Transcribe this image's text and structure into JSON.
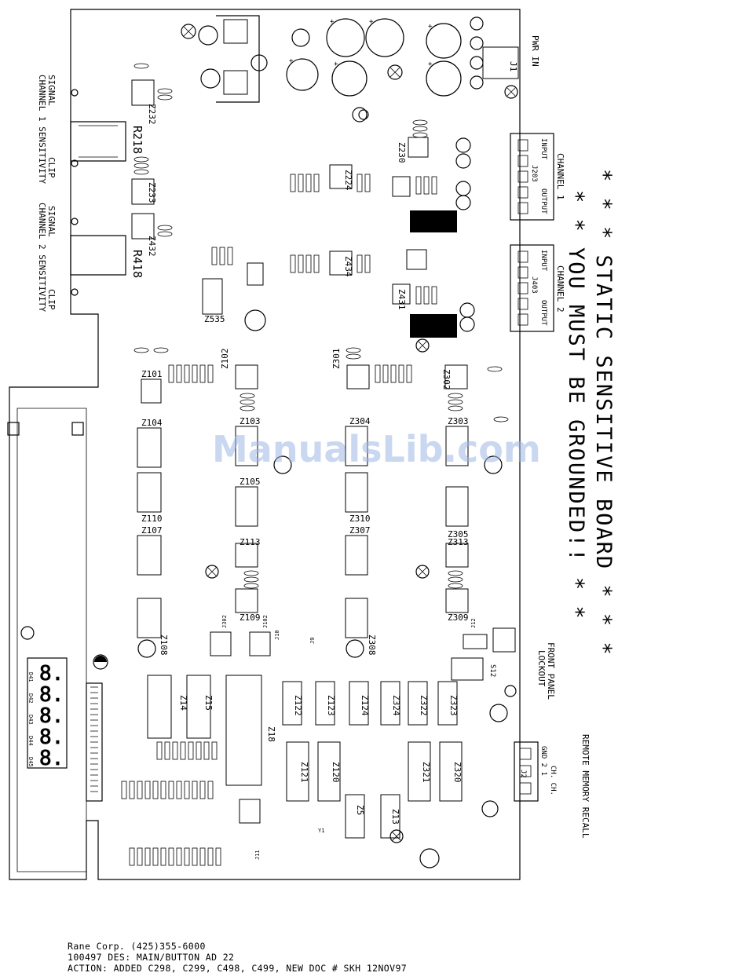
{
  "board": {
    "warning_line_1": "* * * STATIC SENSITIVE BOARD * * *",
    "warning_line_2": "* * YOU MUST BE GROUNDED!! * *",
    "pwr_in": "PWR IN",
    "pwr_connector": "J1",
    "channel1_sensitivity": "CHANNEL 1 SENSITIVITY",
    "channel2_sensitivity": "CHANNEL 2 SENSITIVITY",
    "signal": "SIGNAL",
    "clip": "CLIP",
    "channel1_connector": "J203",
    "channel2_connector": "J403",
    "channel1_label": "CHANNEL 1",
    "channel2_label": "CHANNEL 2",
    "input": "INPUT",
    "output": "OUTPUT",
    "front_panel_lockout": "FRONT PANEL LOCKOUT",
    "remote_memory_recall": "REMOTE MEMORY RECALL",
    "remote_pins": "GND 2 1",
    "remote_ch": "CH. CH.",
    "remote_connector": "J2",
    "pots": [
      "R218",
      "R418"
    ],
    "watermark": "ManualsLib.com",
    "ic_labels": [
      "Z232",
      "Z233",
      "Z432",
      "Z224",
      "Z230",
      "Z434",
      "Z431",
      "Z535",
      "Z101",
      "Z102",
      "Z103",
      "Z104",
      "Z105",
      "Z107",
      "Z108",
      "Z109",
      "Z110",
      "Z113",
      "Z301",
      "Z302",
      "Z303",
      "Z304",
      "Z305",
      "Z307",
      "Z308",
      "Z309",
      "Z310",
      "Z313",
      "Z14",
      "Z15",
      "Z18",
      "Z122",
      "Z123",
      "Z124",
      "Z324",
      "Z322",
      "Z323",
      "Z121",
      "Z120",
      "Z321",
      "Z320",
      "Z5",
      "Z13"
    ],
    "displays": [
      "D41",
      "D42",
      "D43",
      "D44",
      "D45"
    ],
    "jumpers": [
      "J10",
      "J9",
      "J11",
      "J12",
      "J302",
      "J102"
    ],
    "switch": "S12",
    "crystal": "Y1"
  },
  "footer": {
    "line1": "Rane Corp. (425)355-6000",
    "line2": "100497 DES: MAIN/BUTTON AD 22",
    "line3": "ACTION: ADDED C298, C299, C498, C499, NEW DOC # SKH 12NOV97"
  }
}
